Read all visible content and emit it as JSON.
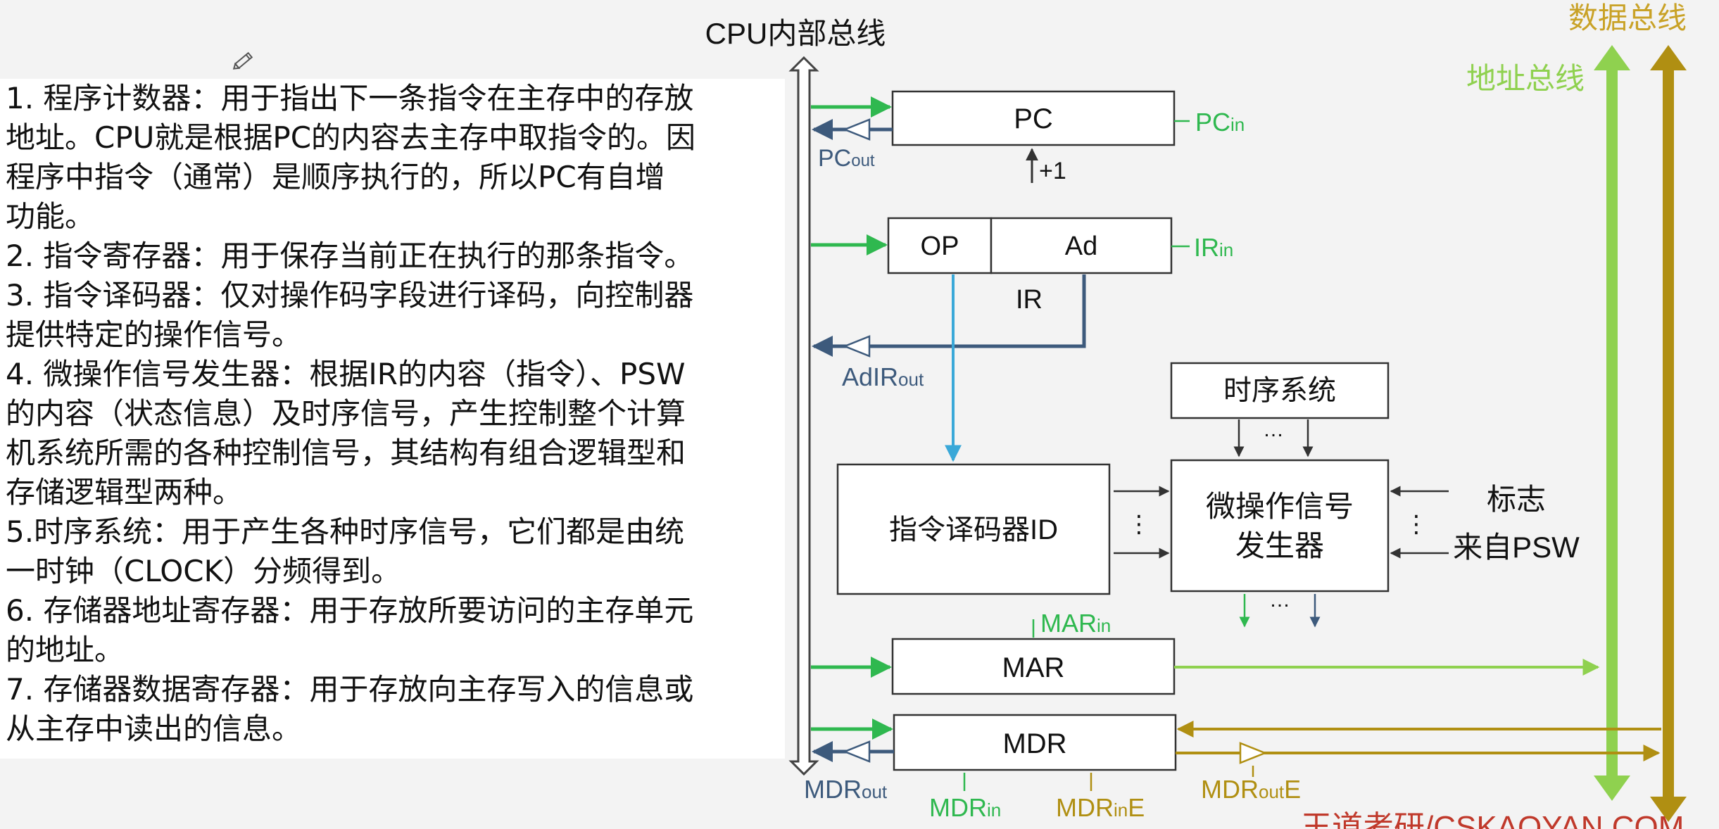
{
  "description_lines": [
    "1. 程序计数器：用于指出下一条指令在主存中的存放",
    "地址。CPU就是根据PC的内容去主存中取指令的。因",
    "程序中指令（通常）是顺序执行的，所以PC有自增",
    "功能。",
    "2. 指令寄存器：用于保存当前正在执行的那条指令。",
    "3. 指令译码器：仅对操作码字段进行译码，向控制器",
    "提供特定的操作信号。",
    "4. 微操作信号发生器：根据IR的内容（指令）、PSW",
    "的内容（状态信息）及时序信号，产生控制整个计算",
    "机系统所需的各种控制信号，其结构有组合逻辑型和",
    "存储逻辑型两种。",
    "5.时序系统：用于产生各种时序信号，它们都是由统",
    "一时钟（CLOCK）分频得到。",
    "6. 存储器地址寄存器：用于存放所要访问的主存单元",
    "的地址。",
    "7. 存储器数据寄存器：用于存放向主存写入的信息或",
    "从主存中读出的信息。"
  ],
  "diagram": {
    "cpu_bus_title": "CPU内部总线",
    "data_bus_label": "数据总线",
    "address_bus_label": "地址总线",
    "pc_label": "PC",
    "pc_in": {
      "main": "PC",
      "sub": "in"
    },
    "pc_out": {
      "main": "PC",
      "sub": "out"
    },
    "pc_increment": "+1",
    "ir_op": "OP",
    "ir_ad": "Ad",
    "ir_label": "IR",
    "ir_in": {
      "main": "IR",
      "sub": "in"
    },
    "adir_out": {
      "main": "AdIR",
      "sub": "out"
    },
    "timing_system": "时序系统",
    "ellipsis": "…",
    "vertical_ellipsis": "⋮",
    "decoder": "指令译码器ID",
    "micro_op_line1": "微操作信号",
    "micro_op_line2": "发生器",
    "flag_line1": "标志",
    "flag_line2": "来自PSW",
    "mar_label": "MAR",
    "mar_in": {
      "main": "MAR",
      "sub": "in"
    },
    "mdr_label": "MDR",
    "mdr_out": {
      "main": "MDR",
      "sub": "out"
    },
    "mdr_in": {
      "main": "MDR",
      "sub": "in"
    },
    "mdr_in_e": {
      "main": "MDR",
      "sub": "in",
      "suffix": "E"
    },
    "mdr_out_e": {
      "main": "MDR",
      "sub": "out",
      "suffix": "E"
    },
    "watermark": "王道考研/CSKAOYAN.COM"
  },
  "colors": {
    "green_signal": "#2fb84f",
    "dark_blue": "#3d5a7c",
    "light_blue": "#3aa8d8",
    "address_bus_green": "#8fd14f",
    "data_bus_gold": "#b08f12",
    "data_bus_label": "#c9a227",
    "box_border": "#333333"
  }
}
